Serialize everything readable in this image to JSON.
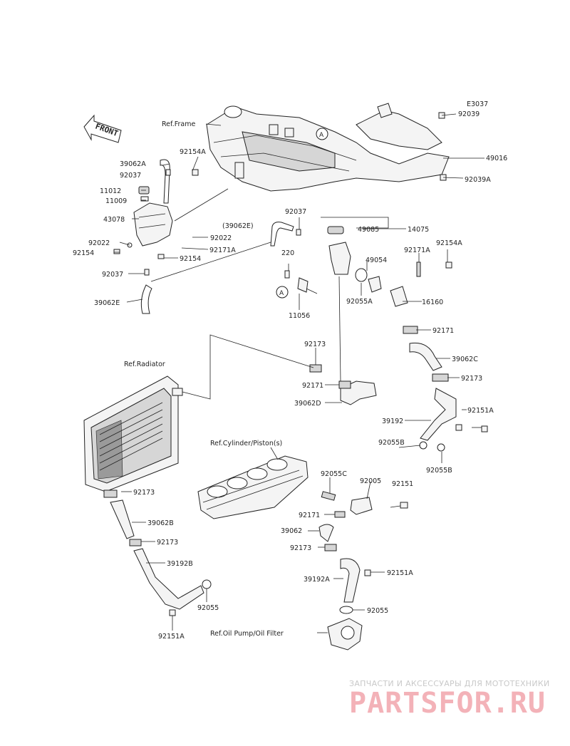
{
  "diagram": {
    "code": "E3037",
    "front_label": "FRONT",
    "refs": {
      "frame": "Ref.Frame",
      "radiator": "Ref.Radiator",
      "cylinder": "Ref.Cylinder/Piston(s)",
      "oil_pump": "Ref.Oil Pump/Oil Filter"
    },
    "callout_marker": "A",
    "parts": [
      "92039",
      "49016",
      "92039A",
      "92154A",
      "39062A",
      "92037",
      "11012",
      "11009",
      "43078",
      "92022",
      "92022",
      "92154",
      "92171A",
      "92154",
      "92037",
      "39062E",
      "92037",
      "(39062E)",
      "49085",
      "14075",
      "220",
      "49054",
      "92171A",
      "92154A",
      "11056",
      "92055A",
      "16160",
      "92171",
      "39062C",
      "92173",
      "92173",
      "92171",
      "39062D",
      "39192",
      "92151A",
      "92055B",
      "92055B",
      "92055C",
      "92005",
      "92151",
      "92171",
      "39062",
      "92173",
      "92173",
      "39062B",
      "92173",
      "39192B",
      "92055",
      "92151A",
      "39192A",
      "92151A",
      "92055"
    ]
  },
  "watermark": {
    "caption": "ЗАПЧАСТИ И АКСЕССУАРЫ ДЛЯ МОТОТЕХНИКИ",
    "brand": "PARTSFOR.RU"
  }
}
